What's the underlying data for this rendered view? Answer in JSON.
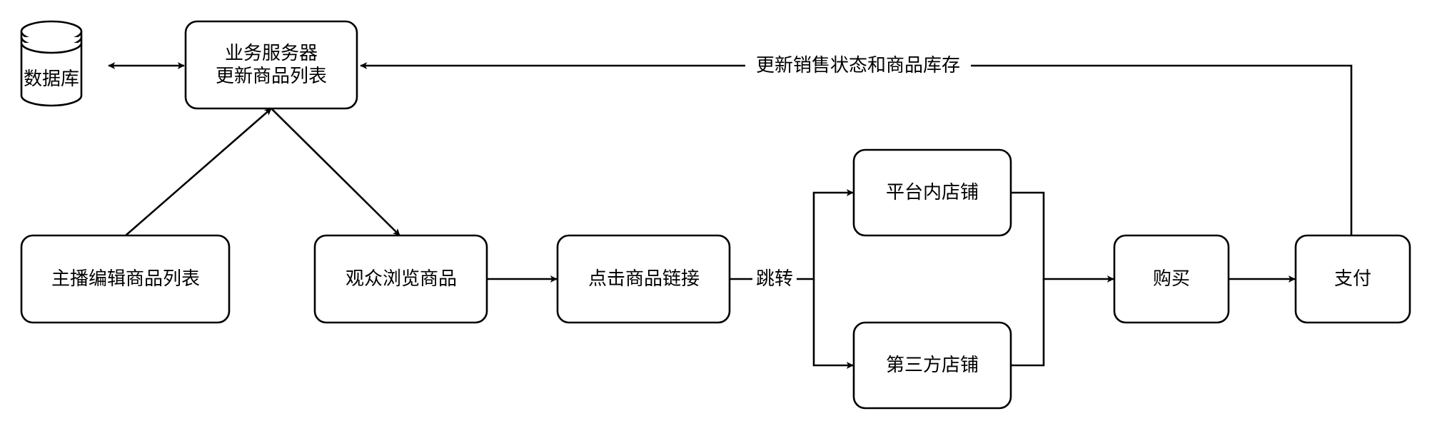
{
  "nodes": {
    "database": "数据库",
    "server_line1": "业务服务器",
    "server_line2": "更新商品列表",
    "anchor_edit": "主播编辑商品列表",
    "viewer_browse": "观众浏览商品",
    "click_link": "点击商品链接",
    "platform_store": "平台内店铺",
    "third_party_store": "第三方店铺",
    "purchase": "购买",
    "payment": "支付"
  },
  "edges": {
    "jump": "跳转",
    "update_status": "更新销售状态和商品库存"
  }
}
